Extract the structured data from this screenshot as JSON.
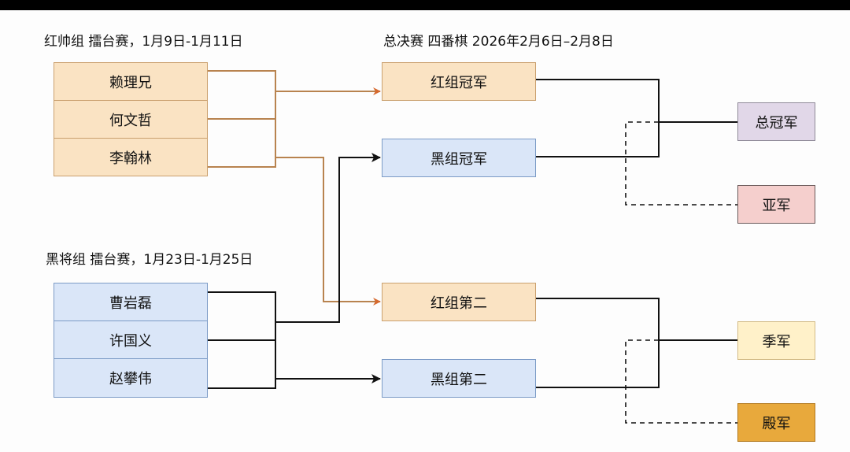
{
  "headers": {
    "red_group": "红帅组 擂台赛，1月9日-1月11日",
    "final": "总决赛 四番棋 2026年2月6日–2月8日",
    "black_group": "黑将组 擂台赛，1月23日-1月25日"
  },
  "red_players": [
    "赖理兄",
    "何文哲",
    "李翰林"
  ],
  "black_players": [
    "曹岩磊",
    "许国义",
    "赵攀伟"
  ],
  "finalists": {
    "red_champion": "红组冠军",
    "black_champion": "黑组冠军",
    "red_second": "红组第二",
    "black_second": "黑组第二"
  },
  "results": {
    "champion": "总冠军",
    "runner_up": "亚军",
    "third": "季军",
    "fourth": "殿军"
  },
  "colors": {
    "red_fill": "#fae3c3",
    "blue_fill": "#dae6f8",
    "champion": "#e1d7e8",
    "runner_up": "#f5cfcd",
    "third": "#fff1c9",
    "fourth": "#e8a93c",
    "orange_line": "#b8834f",
    "orange_arrow": "#d6692e"
  }
}
